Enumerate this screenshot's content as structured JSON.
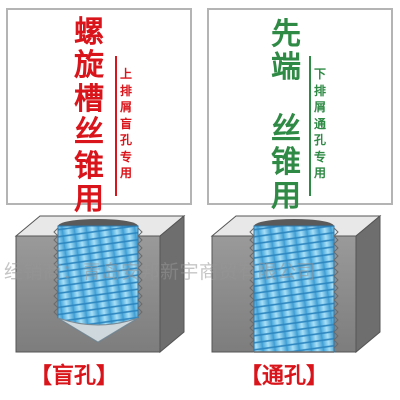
{
  "left_panel": {
    "title_chars": [
      "螺",
      "旋",
      "槽",
      "丝",
      "锥",
      "用"
    ],
    "subtitle_chars": [
      "上",
      "排",
      "屑",
      "盲",
      "孔",
      "专",
      "用"
    ]
  },
  "right_panel": {
    "title_top_chars": [
      "先",
      "端"
    ],
    "title_bottom_chars": [
      "丝",
      "锥",
      "用"
    ],
    "subtitle_chars": [
      "下",
      "排",
      "屑",
      "通",
      "孔",
      "专",
      "用"
    ]
  },
  "watermark": "经销商：青岛安邦新宇商贸有限公司",
  "captions": {
    "blind_hole": "【盲孔】",
    "through_hole": "【通孔】"
  },
  "colors": {
    "red": "#d9141a",
    "green": "#2f8a45",
    "thread_blue": "#6fc5ec",
    "block_gray": "#8a8a8a"
  }
}
